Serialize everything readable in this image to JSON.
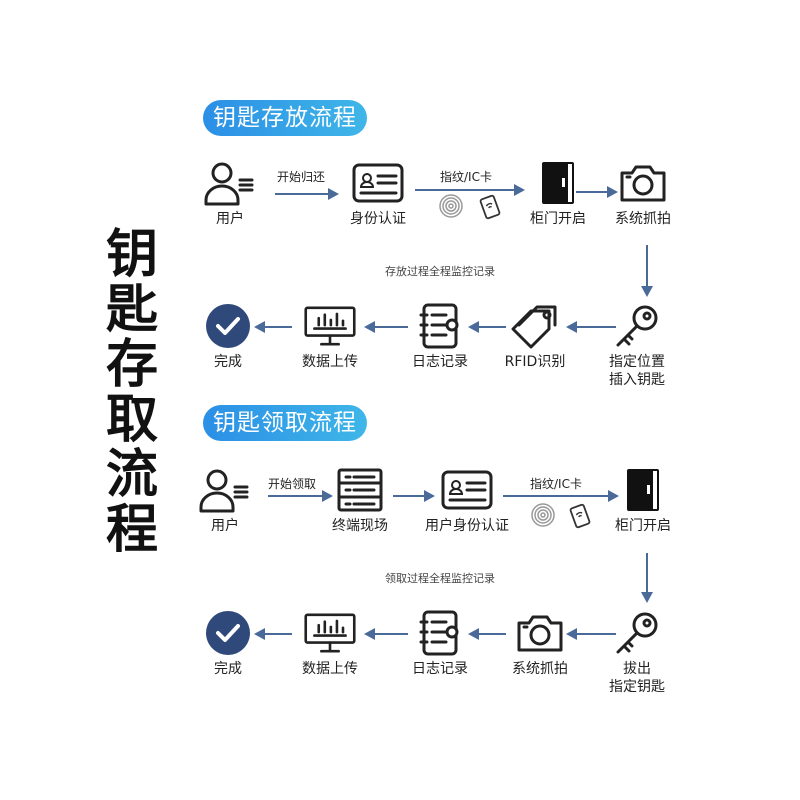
{
  "title": "钥匙存取流程",
  "store": {
    "section_title": "钥匙存放流程",
    "caption_start": "开始归还",
    "caption_auth": "指纹/IC卡",
    "monitor_note": "存放过程全程监控记录",
    "nodes": {
      "user": "用户",
      "id": "身份认证",
      "door": "柜门开启",
      "camera": "系统抓拍",
      "key": "指定位置\n插入钥匙",
      "tag": "RFID识别",
      "log": "日志记录",
      "upload": "数据上传",
      "done": "完成"
    }
  },
  "take": {
    "section_title": "钥匙领取流程",
    "caption_start": "开始领取",
    "caption_auth": "指纹/IC卡",
    "monitor_note": "领取过程全程监控记录",
    "nodes": {
      "user": "用户",
      "terminal": "终端现场",
      "id": "用户身份认证",
      "door": "柜门开启",
      "key": "拔出\n指定钥匙",
      "camera": "系统抓拍",
      "log": "日志记录",
      "upload": "数据上传",
      "done": "完成"
    }
  },
  "colors": {
    "accent": "#2b8fe6",
    "arrow": "#4a6b9a",
    "done": "#2f4a7a"
  }
}
